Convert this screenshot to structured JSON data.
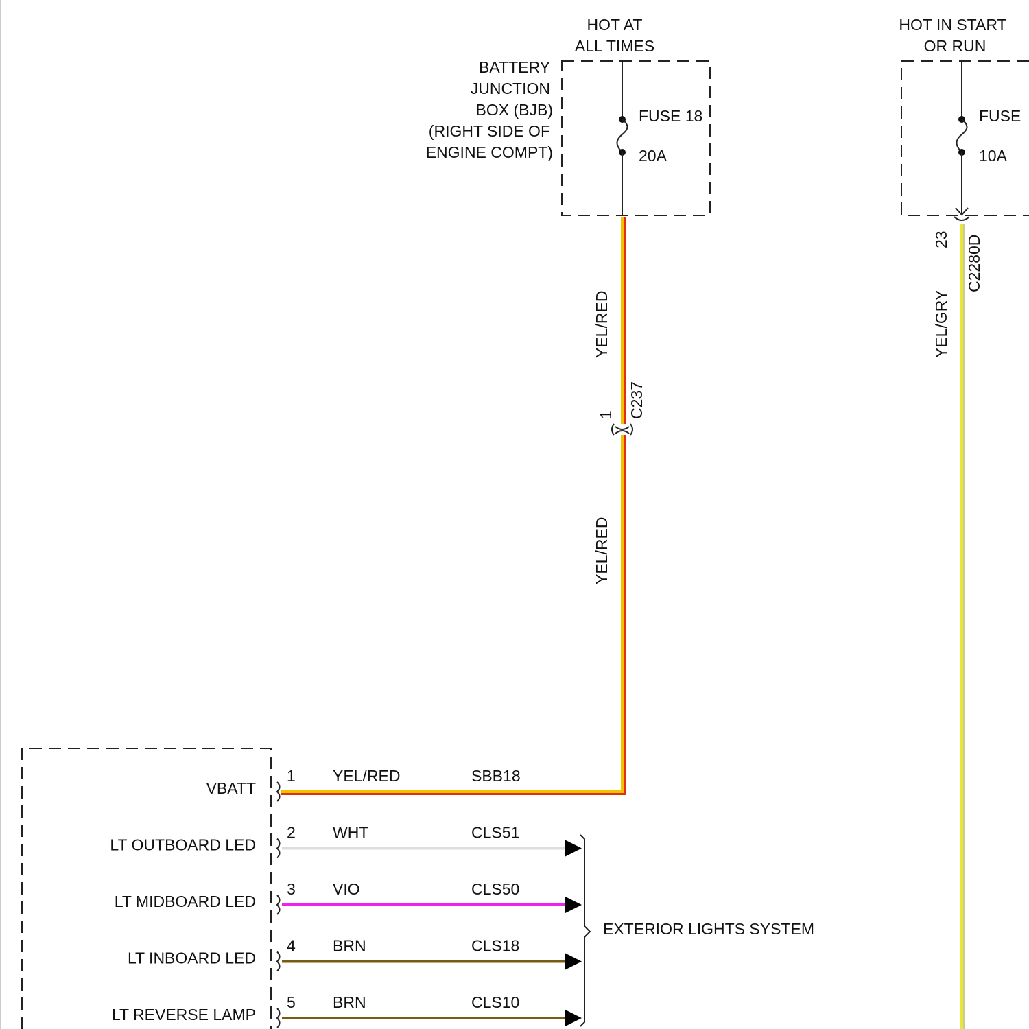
{
  "bjb": {
    "hot_line1": "HOT AT",
    "hot_line2": "ALL TIMES",
    "label_lines": [
      "BATTERY",
      "JUNCTION",
      "BOX (BJB)",
      "(RIGHT SIDE OF",
      "ENGINE COMPT)"
    ],
    "fuse_name": "FUSE 18",
    "fuse_rating": "20A"
  },
  "start_run": {
    "hot_line1": "HOT IN START",
    "hot_line2": "OR RUN",
    "fuse_name": "FUSE",
    "fuse_rating": "10A",
    "connector_pin": "23",
    "connector_name": "C2280D",
    "wire_label": "YEL/GRY"
  },
  "vbatt_wire": {
    "upper_label": "YEL/RED",
    "lower_label": "YEL/RED",
    "connector_pin": "1",
    "connector_name": "C237"
  },
  "module": {
    "pins": [
      {
        "pin": "1",
        "name": "VBATT",
        "color_label": "YEL/RED",
        "circuit": "SBB18",
        "wire_color": "#f2c200",
        "trace": "#e03010",
        "arrow": false
      },
      {
        "pin": "2",
        "name": "LT OUTBOARD LED",
        "color_label": "WHT",
        "circuit": "CLS51",
        "wire_color": "#dddddd",
        "trace": "",
        "arrow": true
      },
      {
        "pin": "3",
        "name": "LT MIDBOARD LED",
        "color_label": "VIO",
        "circuit": "CLS50",
        "wire_color": "#ee22ee",
        "trace": "",
        "arrow": true
      },
      {
        "pin": "4",
        "name": "LT INBOARD LED",
        "color_label": "BRN",
        "circuit": "CLS18",
        "wire_color": "#7a5a10",
        "trace": "",
        "arrow": true
      },
      {
        "pin": "5",
        "name": "LT REVERSE LAMP",
        "color_label": "BRN",
        "circuit": "CLS10",
        "wire_color": "#7a5a10",
        "trace": "",
        "arrow": true
      }
    ],
    "system_label": "EXTERIOR LIGHTS SYSTEM"
  },
  "colors": {
    "yel_red": "#f2c200",
    "red_trace": "#e03010",
    "yel_gry": "#e8e832",
    "gray_trace": "#c9c9a0"
  }
}
